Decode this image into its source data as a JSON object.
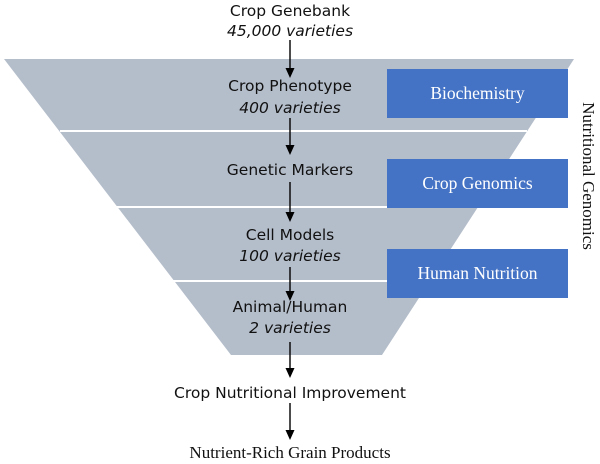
{
  "top": {
    "title": "Crop Genebank",
    "count": "45,000 varieties"
  },
  "stages": [
    {
      "title": "Crop Phenotype",
      "count": "400 varieties"
    },
    {
      "title": "Genetic Markers",
      "count": ""
    },
    {
      "title": "Cell Models",
      "count": "100 varieties"
    },
    {
      "title": "Animal/Human",
      "count": "2 varieties"
    }
  ],
  "outputs": {
    "improvement": "Crop Nutritional Improvement",
    "products": "Nutrient-Rich Grain Products"
  },
  "categories": [
    "Biochemistry",
    "Crop Genomics",
    "Human Nutrition"
  ],
  "side_label": "Nutritional Genomics",
  "colors": {
    "funnel_fill": "#b4bdca",
    "band_divider": "#ffffff",
    "category_box": "#4472c4",
    "arrow": "#000000"
  }
}
